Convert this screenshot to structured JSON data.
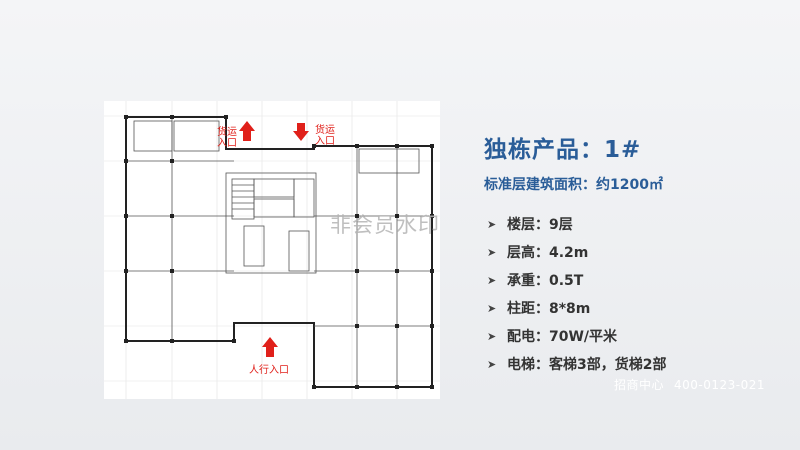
{
  "plan": {
    "labels": {
      "freight_entrance_left": [
        "货运",
        "入口"
      ],
      "freight_entrance_right": [
        "货运",
        "入口"
      ],
      "pedestrian_entrance": "人行入口"
    }
  },
  "product": {
    "title": "独栋产品：1#",
    "subtitle": "标准层建筑面积：约1200㎡",
    "specs": [
      {
        "label": "楼层：9层"
      },
      {
        "label": "层高：4.2m"
      },
      {
        "label": "承重：0.5T"
      },
      {
        "label": "柱距：8*8m"
      },
      {
        "label": "配电：70W/平米"
      },
      {
        "label": "电梯：客梯3部，货梯2部"
      }
    ]
  },
  "watermark": "非会员水印",
  "contact": {
    "label": "招商中心",
    "phone": "400-0123-021"
  },
  "colors": {
    "accent": "#2a5d98",
    "entrance_red": "#e0201a"
  }
}
